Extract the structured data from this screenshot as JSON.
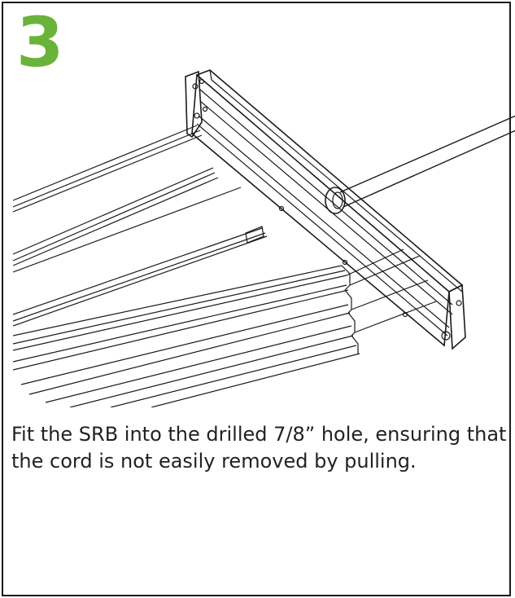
{
  "step": {
    "number": "3",
    "number_color": "#69b33a"
  },
  "illustration": {
    "subject": "SRB fitted into drilled hole on headrail"
  },
  "instruction": {
    "text": "Fit the SRB into the drilled 7/8” hole, ensuring that the cord is not easily removed by pulling."
  }
}
